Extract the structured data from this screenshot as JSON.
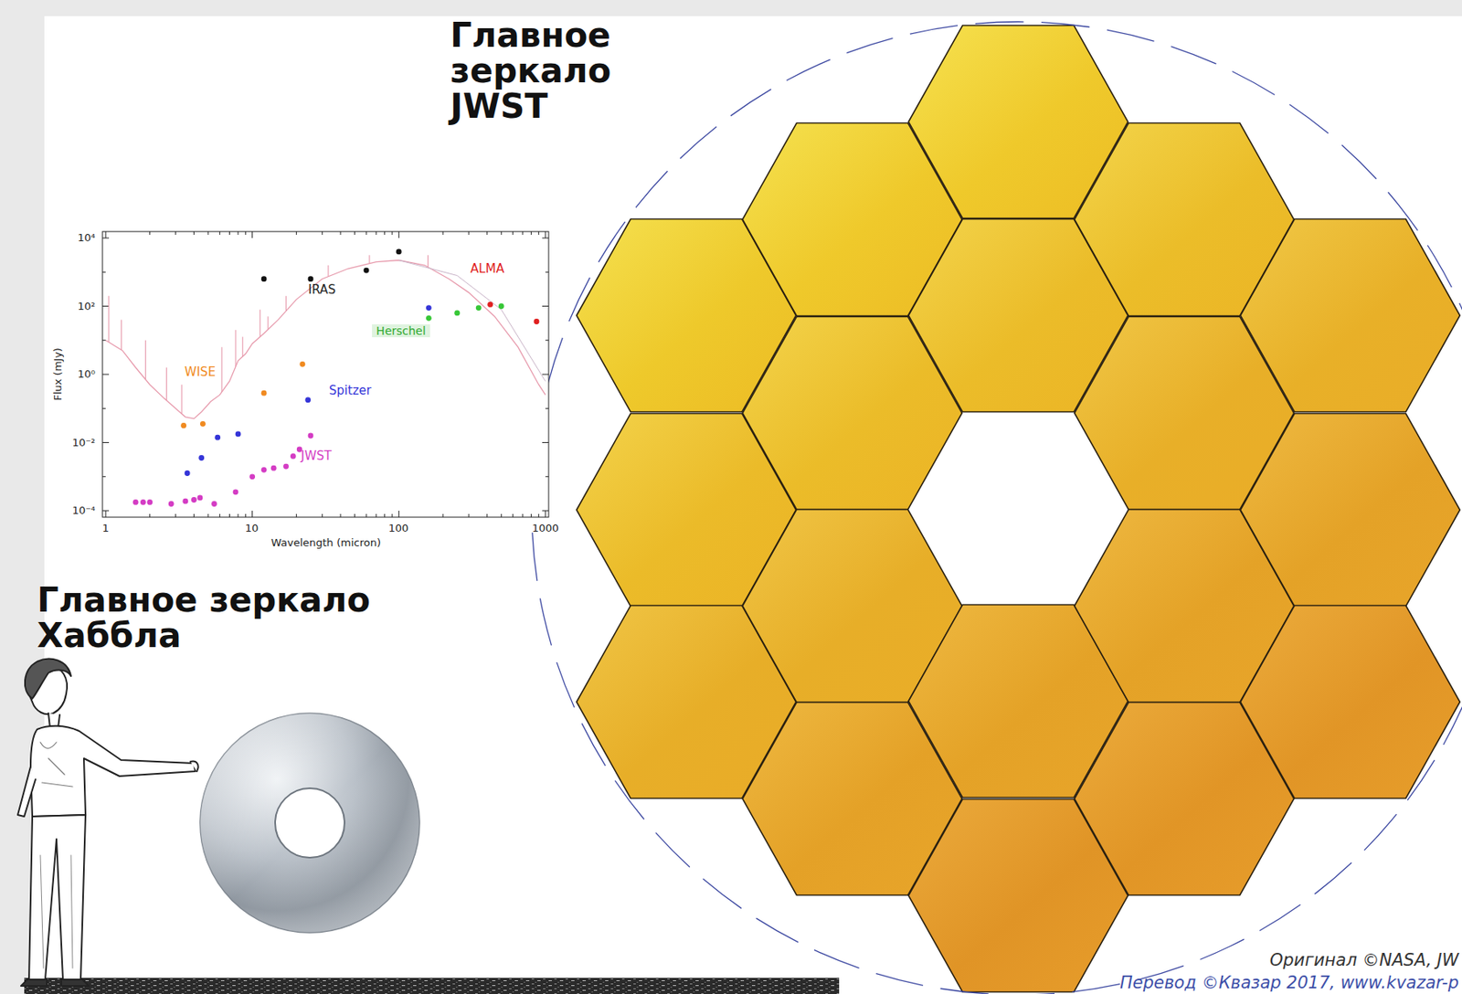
{
  "diagram": {
    "labels": [
      "Главное зеркало JWST",
      "10⁴",
      "10²",
      "10⁰",
      "10⁻²",
      "10⁻⁴",
      "Flux (mJy)",
      "IRAS",
      "ALMA",
      "Herschel",
      "WISE",
      "Spitzer",
      "JWST",
      "1",
      "10",
      "100",
      "1000",
      "Wavelength (micron)",
      "Главное зеркало Хаббла",
      "Оригинал ©NASA, JW",
      "Перевод ©Квазар 2017, www.kvazar-p"
    ]
  }
}
